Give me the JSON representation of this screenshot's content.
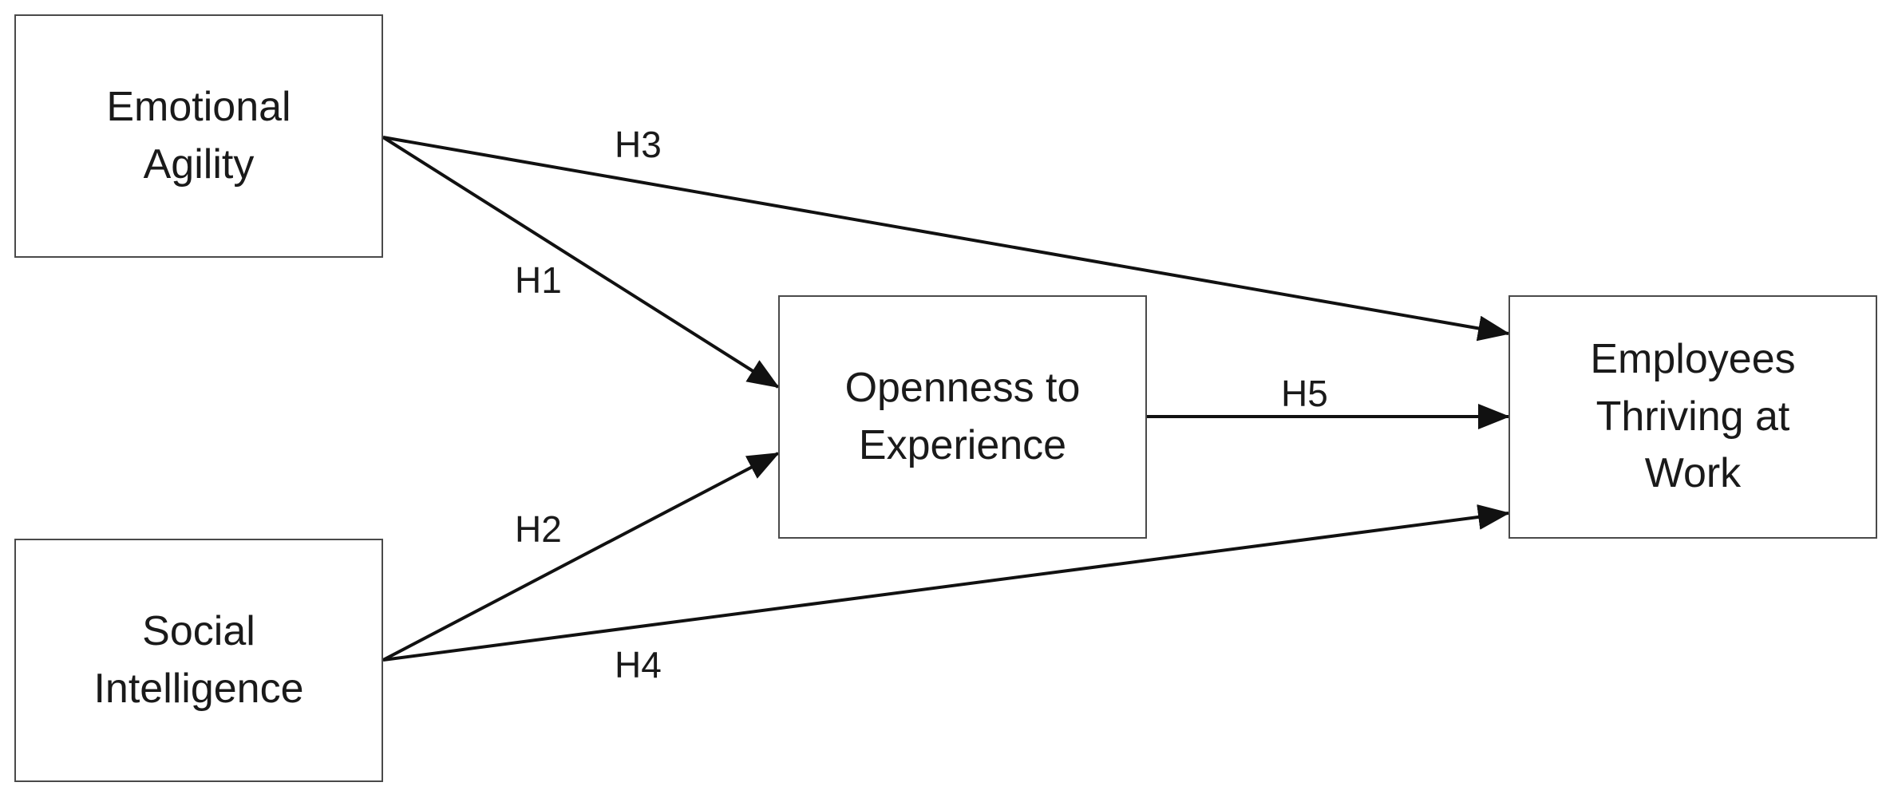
{
  "nodes": {
    "emotional_agility": "Emotional\nAgility",
    "social_intelligence": "Social\nIntelligence",
    "openness": "Openness to\nExperience",
    "thriving": "Employees\nThriving at\nWork"
  },
  "edges": {
    "h1": "H1",
    "h2": "H2",
    "h3": "H3",
    "h4": "H4",
    "h5": "H5"
  },
  "colors": {
    "line": "#111111",
    "box_border": "#4a4a4a"
  }
}
